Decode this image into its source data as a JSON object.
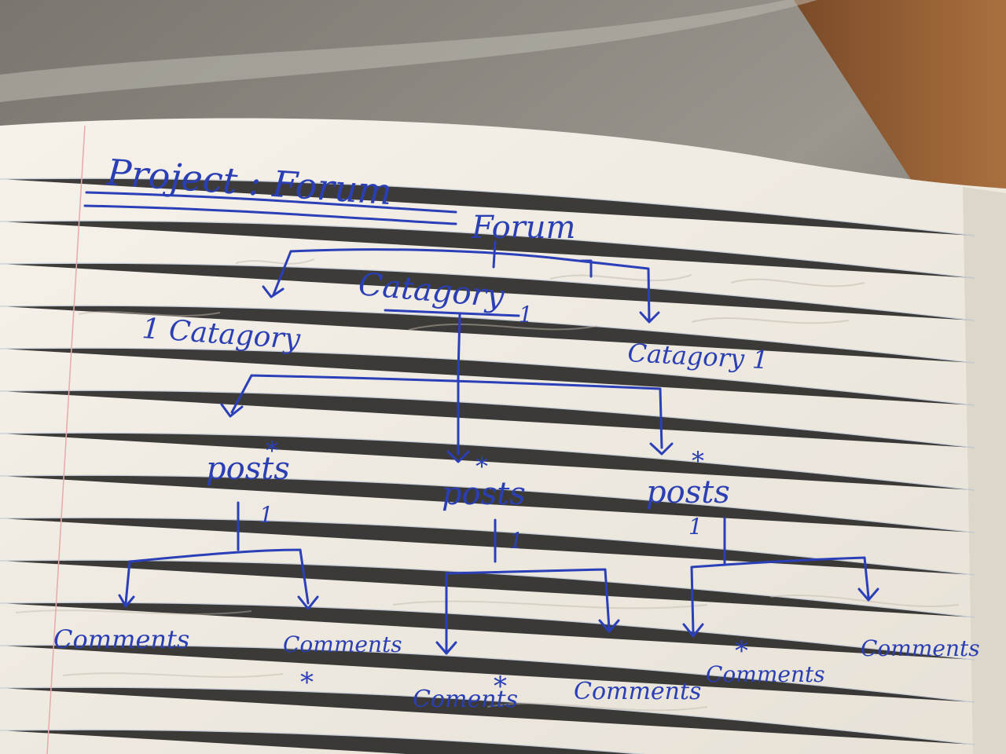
{
  "page": {
    "title": "Project : Forum",
    "root": "Forum",
    "categories": {
      "left": "1 Catagory",
      "center": "Catagory",
      "center_mult": "1",
      "right": "Catagory 1"
    },
    "posts": [
      {
        "label": "posts",
        "star": "*",
        "mult": "1"
      },
      {
        "label": "posts",
        "star": "*",
        "mult": "1"
      },
      {
        "label": "posts",
        "star": "*",
        "mult": "1"
      }
    ],
    "comments": [
      {
        "label": "Comments"
      },
      {
        "label": "Comments",
        "star": "*"
      },
      {
        "label": "Coments",
        "star": "*"
      },
      {
        "label": "Comments"
      },
      {
        "label": "Comments",
        "star": "*"
      },
      {
        "label": "Comments"
      }
    ]
  },
  "colors": {
    "ink": "#2a3fb8",
    "paper": "#f3efe6",
    "desk": "#5f5a52"
  }
}
